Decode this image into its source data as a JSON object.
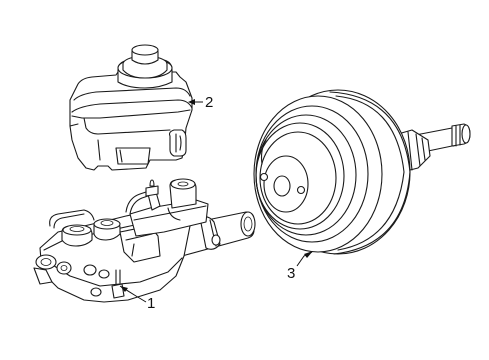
{
  "callouts": [
    {
      "id": "1",
      "label": "1"
    },
    {
      "id": "2",
      "label": "2"
    },
    {
      "id": "3",
      "label": "3"
    }
  ],
  "parts": {
    "part_1": "master-cylinder",
    "part_2": "reservoir",
    "part_3": "brake-booster"
  }
}
